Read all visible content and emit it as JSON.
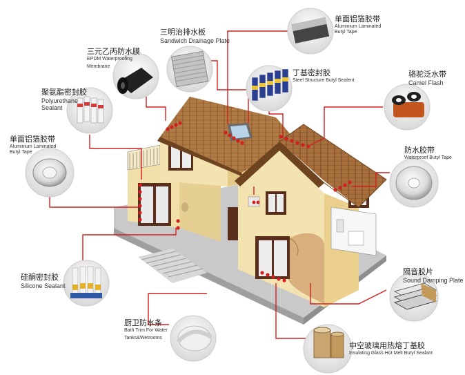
{
  "labels": {
    "aluminium_butyl_tape_top": {
      "cn": "单面铝箔胶带",
      "en": "Aluminium Laminated",
      "en2": "Butyl Tape"
    },
    "sandwich_drainage_plate": {
      "cn": "三明治排水板",
      "en": "Sandwich Drainage Plate"
    },
    "epdm_membrane": {
      "cn": "三元乙丙防水膜",
      "en": "EPDM Waterproofing",
      "en2": "Membrane"
    },
    "steel_structure_butyl": {
      "cn": "丁基密封胶",
      "en": "Steel Structure Butyl Sealent"
    },
    "camel_flash": {
      "cn": "骆驼泛水带",
      "en": "Camel Flash"
    },
    "polyurethane_sealant": {
      "cn": "聚氨酯密封胶",
      "en": "Polyurethane",
      "en2": "Sealant"
    },
    "aluminium_butyl_tape_left": {
      "cn": "单面铝箔胶带",
      "en": "Aluminium Laminated",
      "en2": "Butyl Tape"
    },
    "waterproof_butyl_tape": {
      "cn": "防水胶带",
      "en": "Waterproof Butyl Tape"
    },
    "silicone_sealant": {
      "cn": "硅酮密封胶",
      "en": "Silicone Sealant"
    },
    "sound_damping_plate": {
      "cn": "隔音胶片",
      "en": "Sound Damping Plate"
    },
    "bath_trim": {
      "cn": "厨卫防水条",
      "en": "Bath Trim For Water",
      "en2": "Tanks&Wetrooms"
    },
    "insulating_glass_butyl": {
      "cn": "中空玻璃用热熔丁基胶",
      "en": "Insulating Glass Hot Melt Butyl Sealant"
    }
  },
  "colors": {
    "leader": "#d21f1f",
    "wall": "#f3e3b0",
    "roof": "#a86e3c",
    "roof_dark": "#7b4a22",
    "base": "#b8b8b8",
    "window_frame": "#5a2e1c"
  }
}
